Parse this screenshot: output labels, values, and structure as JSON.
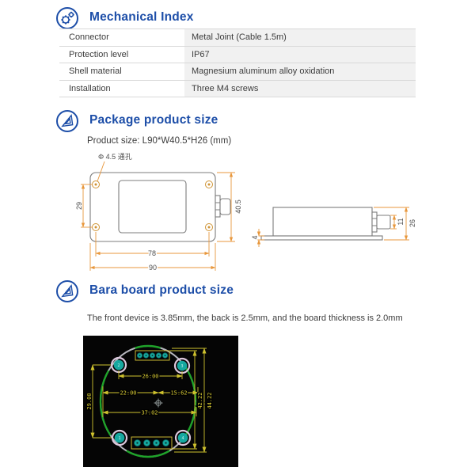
{
  "colors": {
    "heading_blue": "#1d4ea8",
    "dimension_orange": "#e8973c",
    "drawing_gray": "#7c7c7c",
    "pcb_yellow": "#cfc22e",
    "pcb_teal": "#16a8a0",
    "pcb_green": "#1fa32a",
    "table_value_bg": "#f1f1f1"
  },
  "sections": {
    "mechanical": {
      "title": "Mechanical Index"
    },
    "package": {
      "title": "Package product size",
      "product_size": "Product size:  L90*W40.5*H26  (mm)"
    },
    "board": {
      "title": "Bara board product size",
      "description": "The front device is 3.85mm, the back is 2.5mm, and the board thickness is 2.0mm"
    }
  },
  "table": {
    "rows": [
      {
        "label": "Connector",
        "value": "Metal Joint  (Cable 1.5m)"
      },
      {
        "label": "Protection level",
        "value": "IP67"
      },
      {
        "label": "Shell material",
        "value": "Magnesium aluminum alloy oxidation"
      },
      {
        "label": "Installation",
        "value": "Three M4 screws"
      }
    ]
  },
  "drawing": {
    "hole_callout": "Φ 4.5 通孔",
    "front": {
      "left_height": "29",
      "right_height": "40.5",
      "inner_width": "78",
      "outer_width": "90"
    },
    "side": {
      "flange": "4",
      "connector": "11",
      "height": "26"
    }
  },
  "pcb": {
    "dim_top": "26.00",
    "dim_mid_left": "22.00",
    "dim_mid_right": "15.62",
    "dim_lower": "37.02",
    "dim_left": "29.00",
    "dim_right_inner": "42.22",
    "dim_right_outer": "44.22",
    "hole_labels": [
      "2",
      "3",
      "1",
      "4"
    ]
  }
}
